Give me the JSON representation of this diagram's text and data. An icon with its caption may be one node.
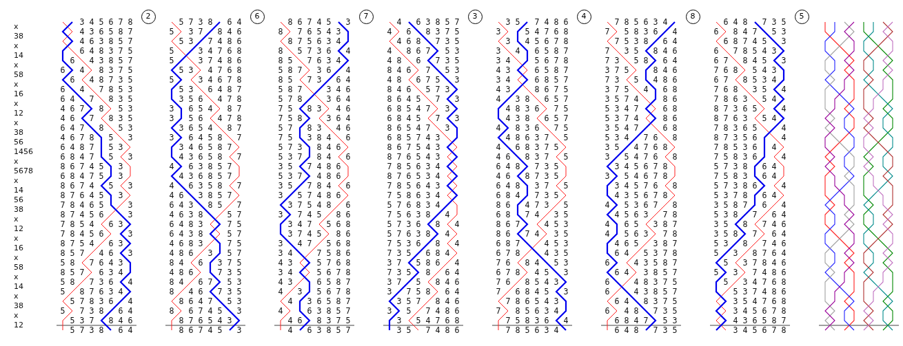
{
  "diagram": {
    "nodes": [
      {
        "text": [
          "2"
        ]
      },
      {
        "text": [
          "6"
        ]
      },
      {
        "text": [
          "7"
        ]
      },
      {
        "text": [
          "3"
        ]
      },
      {
        "text": [
          "4"
        ]
      },
      {
        "text": [
          "8"
        ]
      },
      {
        "text": [
          "5"
        ]
      }
    ],
    "labels": [
      "x",
      "38",
      "x",
      "14",
      "x",
      "58",
      "x",
      "16",
      "x",
      "12",
      "x",
      "38",
      "56",
      "1456",
      "x",
      "5678",
      "x",
      "14",
      "56",
      "38",
      "x",
      "12",
      "x",
      "16",
      "x",
      "58",
      "x",
      "14",
      "x",
      "38",
      "x",
      "12",
      "    3 4 5 6 7 8",
      "    4 3 6 5 8 7",
      "    4 6 3 8 5 7",
      "    6 4 8 3 7 5",
      "  6   4 3 8 5 7",
      "6   4   8 3 7 5",
      "  6   4 8 7 3 5",
      "6   4   7 8 5 3",
      "6 4   7   8 3 5",
      "4 6 7   8   5 3",
      "4 6   7   8 3 5",
      "6 4 7   8   5 3",
      "4 6 7 8   5   3",
      "6 4 8 7   5 3",
      "6 8 4 7   5   3",
      "8 6 7 4 5   3",
      "6 8 4 7 5   3",
      "8 6 7 4   5   3",
      "8 7 6 4 5   3",
      "7 8 4 6 5     3",
      "8 7 4 5 6     3",
      "7 8 5 4   6 3",
      "7 8 4 5 6     3",
      "8 7 5 4   6 3",
      "8 5 7   4 6   3",
      "5 8   7 6 4 3",
      "8 5 7   6 3 4",
      "5 8   7 3 6   4",
      "5   8 7 6 3 4",
      "  5 7 8 3 6   4",
      "5   7 3 8   6 4",
      "  5 3 7   8 4 6",
      "  5 7 3 8   6 4",
      "  5 7 3 8   6 4",
      "5   3 7   8 4 6",
      "  5 3   7 4 8 6",
      "5     3 4 7 6 8",
      "5     3 7 4 8 6",
      "  5 3   4 7 6 8",
      "5     3 4 6 7 8",
      "  5 3   6 4 8 7",
      "  3 5 6   4 7 8",
      "3   6 5 4   8 7",
      "3   5 6   4 7 8",
      "  3 6 5 4   8 7",
      "3   6 4 5 8   7",
      "  3 4 6 5 8 7",
      "  4 3 6 5 8   7",
      "4   6 3 8 5 7",
      "  4 3 6 8 5 7",
      "4   6 3 5 8   7",
      "4 6   3 8 5 7",
      "6 4 3   8 5   7",
      "4 6 3 8     5 7",
      "6 4 8 3     7 5",
      "6 4 3 8     5 7",
      "4 6 8 3     7 5",
      "4 8 6   3   5 7",
      "8 4   6   3 7 5",
      "4 8 6     7 3 5",
      "8 4   6 7   5 3",
      "8   4 6   7 3 5",
      "  8 6 4 7   5 3",
      "8   6 7 4 5   3",
      "  8 7 6 5 4 3",
      "  8 6 7 4 5   3",
      "  8 6 7 4 5   3",
      "8   7 6 5 4 3",
      "  8 7 5 6 3 4",
      "8   5 7 3 6   4",
      "8 5   7 6 3 4",
      "5 8 7   3 6   4",
      "8 5   7 3   6 4",
      "5 8 7     3 4 6",
      "5 7 8     3 6 4",
      "7 5   8 3   4 6",
      "7 5 8     3 6 4",
      "5 7   8 3   4 6",
      "7 5   3 8 4   6",
      "5 7 3   8 4 6",
      "5 3 7   8 4   6",
      "3 5   7 4 8 6",
      "5 3 7   4 8 6",
      "3 5   7 8 4   6",
      "3   5 7 4 8 6",
      "  3 7 5 4 8   6",
      "3   7 4 5   8 6",
      "  3 4 7   5 6 8",
      "  3 7 4 5   8 6",
      "3   4 7   5 6 8",
      "3 4     7 5 8 6",
      "4 3     5 7 6 8",
      "3 4     5 6 7 8",
      "4 3     6 5 8 7",
      "4   3   5 6 7 8",
      "  4   3 6 5 8 7",
      "4     6 3 8 5 7",
      "  4 6   8 3 7 5",
      "  4   6 3 8 5 7",
      "  4   6 3 8 5 7",
      "4   6   8 3 7 5",
      "  4 6 8   7 3 5",
      "4   8 6 7   5 3",
      "4 8   6   7 3 5",
      "8 4 6   7   5 3",
      "4 8   6 7 5   3",
      "8 4 6   5 7 3",
      "8 6 4 5   7   3",
      "6 8 5 4 7   3",
      "6 8 4 5   7   3",
      "8 6 5 4 7   3",
      "6 8 5 7 4 3",
      "8 6 7 5 4 3",
      "8 7 6 5 4 3",
      "7 8 5 6 3 4",
      "8 7 6 5 3 4",
      "7 8 5 6 4 3",
      "7 5 8 6 3 4",
      "5 7 6 8 3 4",
      "7 5 6 3 8   4",
      "5 7 3 6   8   4",
      "5 7 6 3 8   4",
      "7 5 3 6   8   4",
      "7 3 5   6 8 4",
      "3 7   5 8 6   4",
      "7 3 5   8   6 4",
      "3 7   5   8 4 6",
      "3   7 5 8   6 4",
      "  3 5 7   8 4 6",
      "3   5   7 4 8 6",
      "  3   5 4 7 6 8",
      "  3 5   7 4 8 6",
      "  3 5   7 4 8 6",
      "3     5 4 7 6 8",
      "  3   4 5 6 7 8",
      "3   4   6 5 8 7",
      "3 4     5 6 7 8",
      "4 3     6 5 8 7",
      "3 4     6 8 5 7",
      "4 3     8 6 7 5",
      "4   3 8   6 5 7",
      "  4 8 3 6   7 5",
      "  4 3 8   6 5 7",
      "4   8 3 6   7 5",
      "  4 8 6 3 7   5",
      "4   6 8 3 7 5",
      "4 6   8 3 7   5",
      "6 4 8   7 3 5",
      "4 6   8 7 3 5",
      "6 4 8   3 7   5",
      "6 8 4   7 3 5",
      "8 6   4 7 3   5",
      "6 8   7 4   3 5",
      "8 6 7     4 5 3",
      "8 6   7 4   3 5",
      "6 8 7     4 5 3",
      "6 7 8     4 3 5",
      "7 6   8 4   5 3",
      "6 7 8   4 5   3",
      "7 6   8 5 4 3",
      "7   6 8 4 5   3",
      "  7 8 6 5 4 3",
      "7   8 5 6 3 4",
      "  7 5 8 3 6   4",
      "  7 8 5 6 3 4",
      "  7 8 5 6 3 4",
      "7   5 8 3 6   4",
      "  7 5 3 8   6 4",
      "7   3 5   8 4 6",
      "7 3   5 8   6 4",
      "3 7 5     8 4 6",
      "7 3   5   4 8 6",
      "3 7 5   4   6 8",
      "3 5 7 4     8 6",
      "5 3 4 7     6 8",
      "5 3 7 4     8 6",
      "3 5 4 7     6 8",
      "5 3 4   7 6   8",
      "3 5   4 7 6 8",
      "3   5 4 7 6   8",
      "  3 4 5 6 7 8",
      "3   5 4 6 7 8",
      "  3 4 5 7 6   8",
      "  4 3 5 6 7 8",
      "4   5 3 6 7   8",
      "  4 5 6 3   7 8",
      "4   6 5   3 8 7",
      "4   5 6 3   7 8",
      "  4 6 5   3 8 7",
      "  6 4   5 3 7 8",
      "6     4 3 5 8 7",
      "  6 4   3 8 5 7",
      "6     4 8 3 7 5",
      "6     4 3 8 5 7",
      "  6 4   8 3 7 5",
      "6   4 8   7 3 5",
      "  6 8 4 7   5 3",
      "  6 4 8   7 3 5",
      "  6 4 8   7 3 5",
      "6   8 4 7   5 3",
      "  6 8 7 4 5   3",
      "6   7 8 5 4 3",
      "6 7   8 4 5   3",
      "7 6 8   5 4 3",
      "6 7   8 5 3 4",
      "7 6 8   3 5   4",
      "7 8 6 3   5 4",
      "8 7 3 6 5     4",
      "8 7 6 3   5 4",
      "7 8 3 6 5     4",
      "8 7 3 5 6     4",
      "7 8 5 3 6   4",
      "7 5 8 3 6     4",
      "5 7 3 8   6 4",
      "7 5 8 3   6 4",
      "5 7 3 8 6     4",
      "5 3 7 8   6 4",
      "3 5 8 7   6   4",
      "5 3 8   7   6 4",
      "3 5   8   7 4 6",
      "3 5 8   7   6 4",
      "5 3   8   7 4 6",
      "5   3   8 7 6 4",
      "  5   3 7 8 4 6",
      "5   3   7 4 8 6",
      "  5   3 4 7 6 8",
      "    5 3 7 4 8 6",
      "    3 5 4 7 6 8",
      "    3 4 5 6 7 8",
      "    4 3 6 5 8 7",
      "    3 4 5 6 7 8"
    ]
  }
}
